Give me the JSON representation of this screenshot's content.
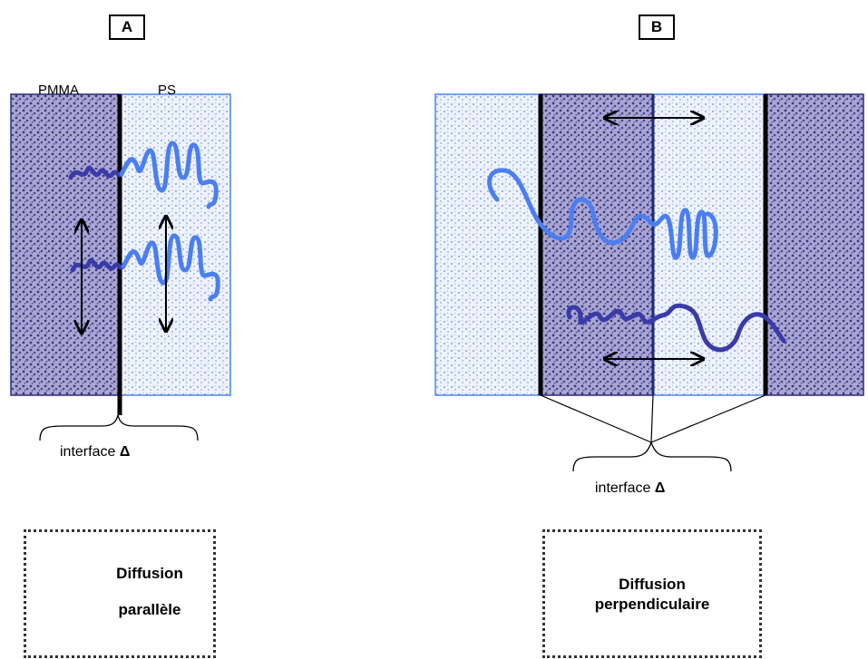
{
  "panel_a": {
    "label": "A",
    "left_phase": "PMMA",
    "right_phase": "PS",
    "interface_word": "interface",
    "interface_symbol": "Δ",
    "legend": {
      "line1": "Diffusion",
      "line2": "parallèle"
    }
  },
  "panel_b": {
    "label": "B",
    "interface_word": "interface",
    "interface_symbol": "Δ",
    "legend": {
      "line1": "Diffusion",
      "line2": "perpendiculaire"
    }
  },
  "colors": {
    "pmma_fill": "#7b78b4",
    "ps_fill": "#c8d4f0",
    "pmma_chain": "#3a3aa8",
    "ps_chain": "#4b7ff0",
    "box_border_pmma": "#2d2c7a",
    "box_border_ps": "#4a86e8"
  }
}
